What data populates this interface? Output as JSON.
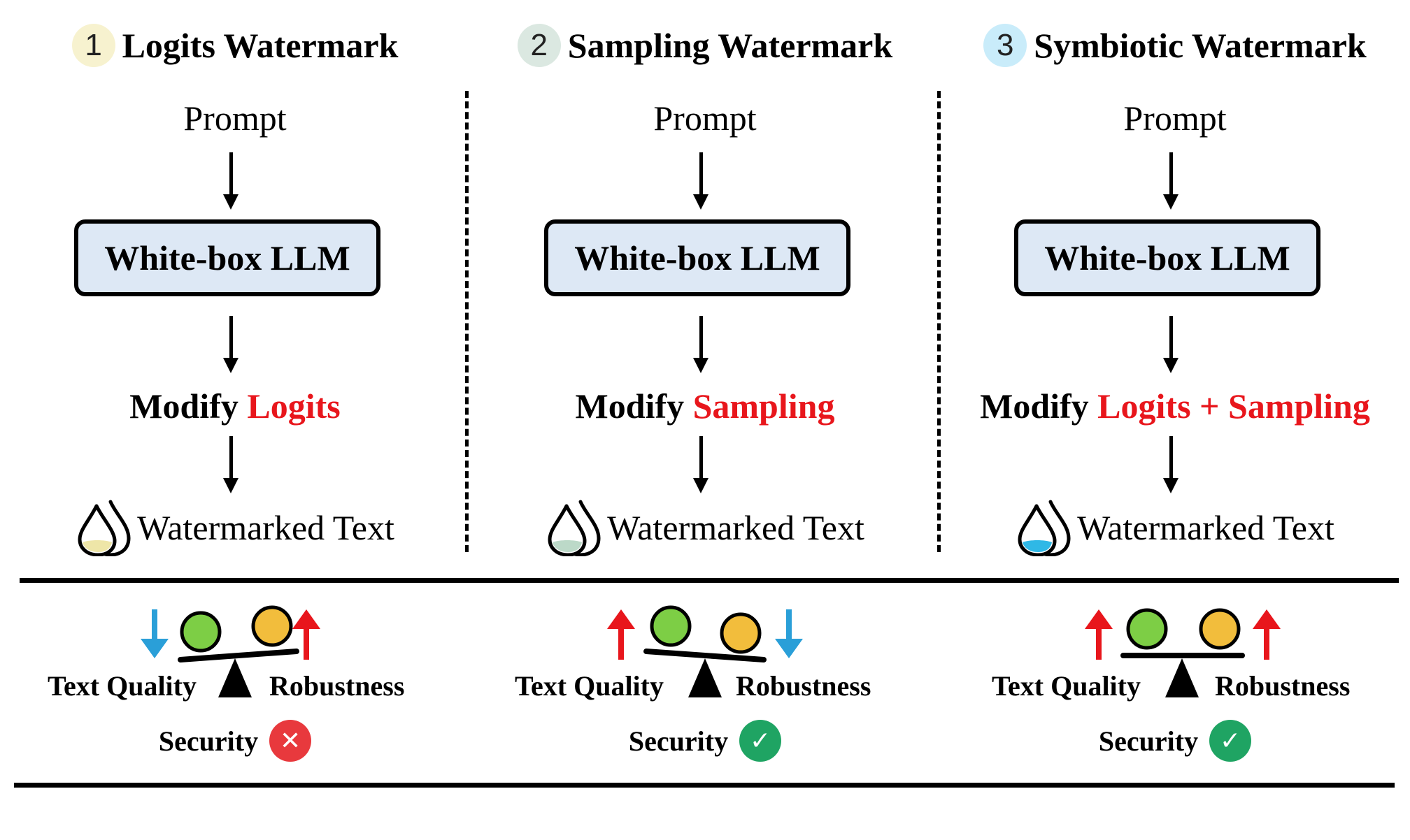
{
  "columns": [
    {
      "number": "1",
      "title": "Logits Watermark",
      "badge_color": "#f7f2cf",
      "prompt": "Prompt",
      "llm": "White-box LLM",
      "modify_prefix": "Modify",
      "modify_target": "Logits",
      "output": "Watermarked Text",
      "drop_fill": "#eee6a8",
      "quality_label": "Text Quality",
      "robustness_label": "Robustness",
      "quality_trend": "down",
      "robustness_trend": "up",
      "security_label": "Security",
      "security_status": "fail",
      "security_color": "#e8393d",
      "security_icon": "cross-icon"
    },
    {
      "number": "2",
      "title": "Sampling Watermark",
      "badge_color": "#dbe8e1",
      "prompt": "Prompt",
      "llm": "White-box LLM",
      "modify_prefix": "Modify",
      "modify_target": "Sampling",
      "output": "Watermarked Text",
      "drop_fill": "#bcd9c8",
      "quality_label": "Text Quality",
      "robustness_label": "Robustness",
      "quality_trend": "up",
      "robustness_trend": "down",
      "security_label": "Security",
      "security_status": "pass",
      "security_color": "#1fa463",
      "security_icon": "check-icon"
    },
    {
      "number": "3",
      "title": "Symbiotic Watermark",
      "badge_color": "#c9ecfa",
      "prompt": "Prompt",
      "llm": "White-box LLM",
      "modify_prefix": "Modify",
      "modify_target": "Logits + Sampling",
      "output": "Watermarked Text",
      "drop_fill": "#2fb8e6",
      "quality_label": "Text Quality",
      "robustness_label": "Robustness",
      "quality_trend": "up",
      "robustness_trend": "up",
      "security_label": "Security",
      "security_status": "pass",
      "security_color": "#1fa463",
      "security_icon": "check-icon"
    }
  ],
  "colors": {
    "llm_box": "#dde8f5",
    "highlight": "#e8161c",
    "quality_ball": "#7dce45",
    "robustness_ball": "#f2bd3c",
    "arrow_up": "#e8161c",
    "arrow_down": "#2a9fd8"
  }
}
